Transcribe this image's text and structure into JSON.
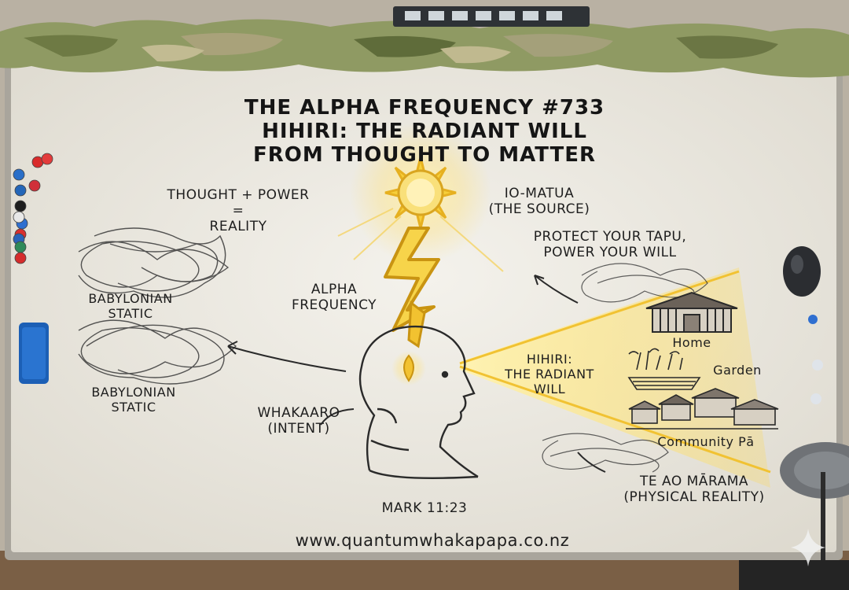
{
  "title": {
    "line1": "THE ALPHA FREQUENCY #733",
    "line2": "HIHIRI: THE RADIANT WILL",
    "line3": "FROM THOUGHT TO MATTER"
  },
  "equation": {
    "line1": "THOUGHT + POWER",
    "line2": "=",
    "line3": "REALITY"
  },
  "source": {
    "line1": "IO-MATUA",
    "line2": "(THE SOURCE)"
  },
  "protect": {
    "line1": "PROTECT YOUR TAPU,",
    "line2": "POWER YOUR WILL"
  },
  "alpha": {
    "line1": "ALPHA",
    "line2": "FREQUENCY"
  },
  "static_top": {
    "line1": "BABYLONIAN",
    "line2": "STATIC"
  },
  "static_bottom": {
    "line1": "BABYLONIAN",
    "line2": "STATIC"
  },
  "hihiri": {
    "line1": "HIHIRI:",
    "line2": "THE RADIANT",
    "line3": "WILL"
  },
  "targets": {
    "home": "Home",
    "garden": "Garden",
    "community": "Community Pā"
  },
  "whakaaro": {
    "line1": "WHAKAARO",
    "line2": "(INTENT)"
  },
  "te_ao": {
    "line1": "TE AO MĀRAMA",
    "line2": "(PHYSICAL REALITY)"
  },
  "scripture": "MARK 11:23",
  "url": "www.quantumwhakapapa.co.nz",
  "colors": {
    "board": "#efece4",
    "frame": "#a9a59c",
    "sun": "#f2c230",
    "beam": "#ffe27a",
    "ink": "#1e1e1e",
    "eraser": "#1c5fb5"
  },
  "magnets": [
    "#d92b2b",
    "#e33b3b",
    "#2a6fc8",
    "#d0303a",
    "#2466b8",
    "#1e1e1e",
    "#2e6fd0",
    "#d82f2f",
    "#e8e8e8",
    "#2a63b8",
    "#2f8a5a",
    "#d52c2c"
  ]
}
